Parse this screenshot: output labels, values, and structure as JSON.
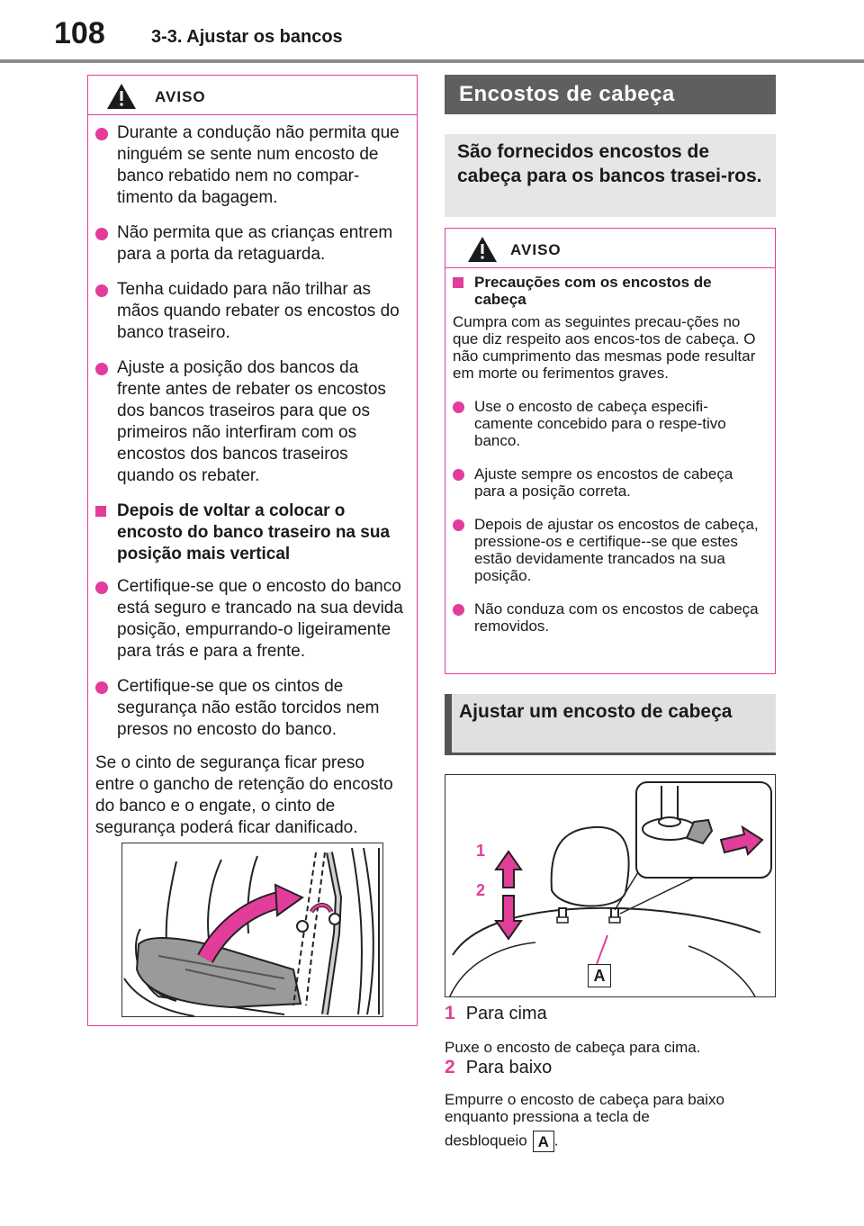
{
  "header": {
    "page_number": "108",
    "section": "3-3. Ajustar os bancos"
  },
  "colors": {
    "accent": "#e23d9a",
    "banner": "#5f5f5f",
    "rule": "#8a8a8a"
  },
  "warning_left": {
    "title": "AVISO",
    "bullets": [
      "Durante a condução não permita que ninguém se sente num encosto de banco rebatido nem no compar-timento da bagagem.",
      "Não permita que as crianças entrem para a porta da retaguarda.",
      "Tenha cuidado para não trilhar as mãos quando rebater os encostos do banco traseiro.",
      "Ajuste a posição dos bancos da frente antes de rebater os encostos dos bancos traseiros para que os primeiros não interfiram com os encostos dos bancos traseiros quando os rebater."
    ],
    "subheading": "Depois de voltar a colocar o encosto do banco traseiro na sua posição mais vertical",
    "bullets2": [
      "Certifique-se que o encosto do banco está seguro e trancado na sua devida posição, empurrando-o ligeiramente para trás e para a frente.",
      "Certifique-se que os cintos de segurança não estão torcidos nem presos no encosto do banco."
    ],
    "paragraph": "Se o cinto de segurança ficar preso entre o gancho de retenção do encosto do banco e o engate, o cinto de segurança poderá ficar danificado."
  },
  "headrests": {
    "banner": "Encostos de cabeça",
    "intro": "São fornecidos encostos de cabeça para os bancos trasei-ros."
  },
  "warning_right": {
    "title": "AVISO",
    "subheading": "Precauções com os encostos de cabeça",
    "paragraph": "Cumpra com as seguintes precau-ções no que diz respeito aos encos-tos de cabeça. O não cumprimento das mesmas pode resultar em morte ou ferimentos graves.",
    "bullets": [
      "Use o encosto de cabeça especifi-camente concebido para o respe-tivo banco.",
      "Ajuste sempre os encostos de cabeça para a posição correta.",
      "Depois de ajustar os encostos de cabeça, pressione-os e certifique--se que estes estão devidamente trancados na sua posição.",
      "Não conduza com os encostos de cabeça removidos."
    ]
  },
  "adjust": {
    "heading": "Ajustar um encosto de cabeça",
    "figure_labels": {
      "up": "1",
      "down": "2",
      "key": "A"
    },
    "step1_num": "1",
    "step1_title": "Para cima",
    "step1_desc": "Puxe o encosto de cabeça para cima.",
    "step2_num": "2",
    "step2_title": "Para baixo",
    "step2_desc_line": "Empurre o encosto de cabeça para baixo enquanto pressiona a tecla de",
    "step2_desc_end": "desbloqueio",
    "key_label": "A",
    "period": "."
  }
}
